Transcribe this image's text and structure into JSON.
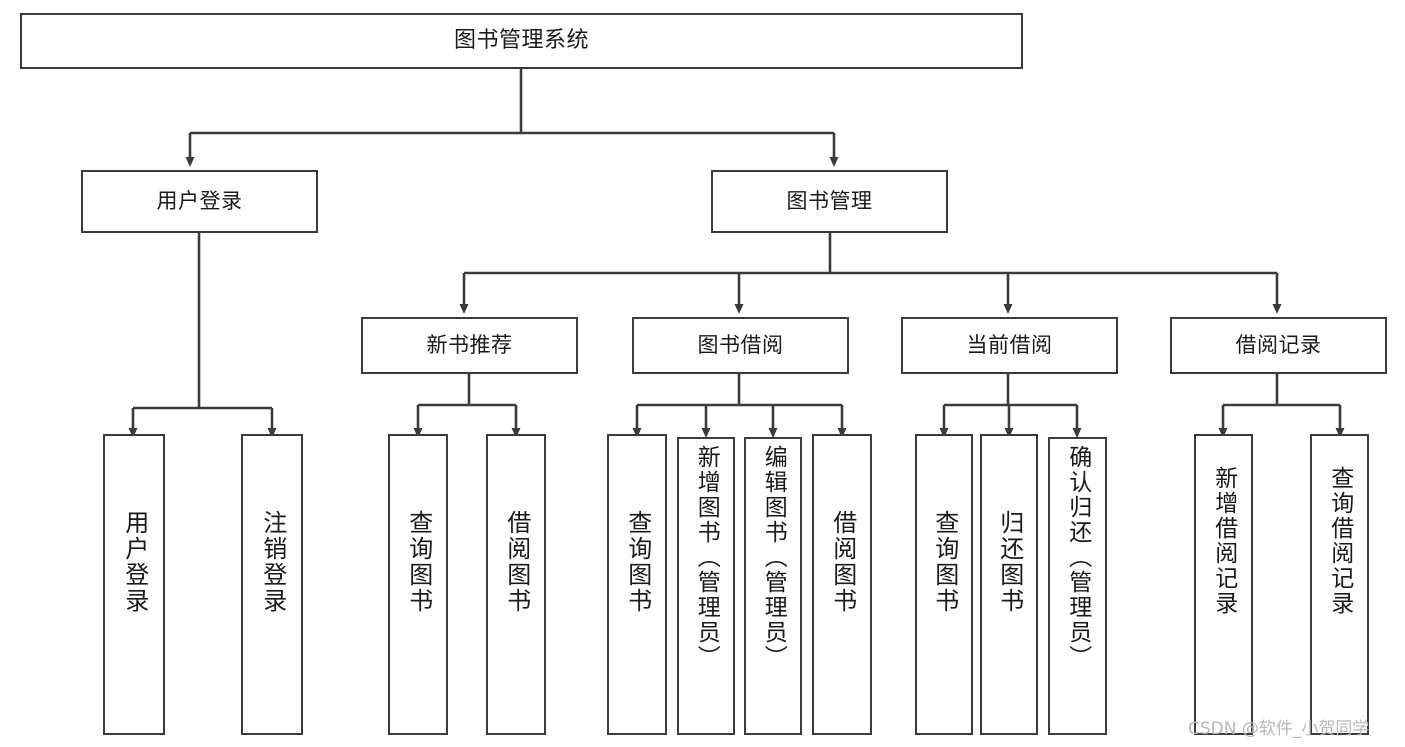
{
  "diagram": {
    "title": "图书管理系统",
    "type": "tree-hierarchy-diagram",
    "watermark": "CSDN @软件_小贺同学",
    "colors": {
      "background": "#ffffff",
      "box_border": "#3b3b3b",
      "box_fill": "#ffffff",
      "connector": "#3b3b3b",
      "text": "#1a1a1a",
      "watermark": "#b8b8b8"
    },
    "root": {
      "label": "图书管理系统"
    },
    "level1": [
      {
        "label": "用户登录"
      },
      {
        "label": "图书管理"
      }
    ],
    "level2": [
      {
        "label": "新书推荐"
      },
      {
        "label": "图书借阅"
      },
      {
        "label": "当前借阅"
      },
      {
        "label": "借阅记录"
      }
    ],
    "leaves": {
      "user_login": [
        {
          "label": "用户登录"
        },
        {
          "label": "注销登录"
        }
      ],
      "new_book_recommend": [
        {
          "label": "查询图书"
        },
        {
          "label": "借阅图书"
        }
      ],
      "book_borrow": [
        {
          "label": "查询图书"
        },
        {
          "label": "新增图书（管理员）"
        },
        {
          "label": "编辑图书（管理员）"
        },
        {
          "label": "借阅图书"
        }
      ],
      "current_borrow": [
        {
          "label": "查询图书"
        },
        {
          "label": "归还图书"
        },
        {
          "label": "确认归还（管理员）"
        }
      ],
      "borrow_record": [
        {
          "label": "新增借阅记录"
        },
        {
          "label": "查询借阅记录"
        }
      ]
    }
  }
}
